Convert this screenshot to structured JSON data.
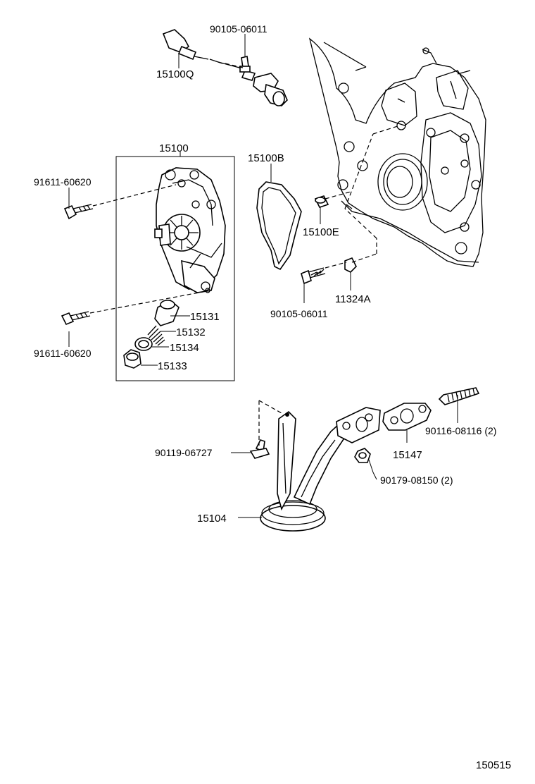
{
  "labels": {
    "p15100Q": "15100Q",
    "p90105_top": "90105-06011",
    "p15100": "15100",
    "p91611_a": "91611-60620",
    "p91611_b": "91611-60620",
    "p15100B": "15100B",
    "p15100E": "15100E",
    "p90105_mid": "90105-06011",
    "p11324A": "11324A",
    "p15131": "15131",
    "p15132": "15132",
    "p15134": "15134",
    "p15133": "15133",
    "p90119": "90119-06727",
    "p90116": "90116-08116 (2)",
    "p15147": "15147",
    "p90179": "90179-08150 (2)",
    "p15104": "15104",
    "figure_no": "150515"
  }
}
